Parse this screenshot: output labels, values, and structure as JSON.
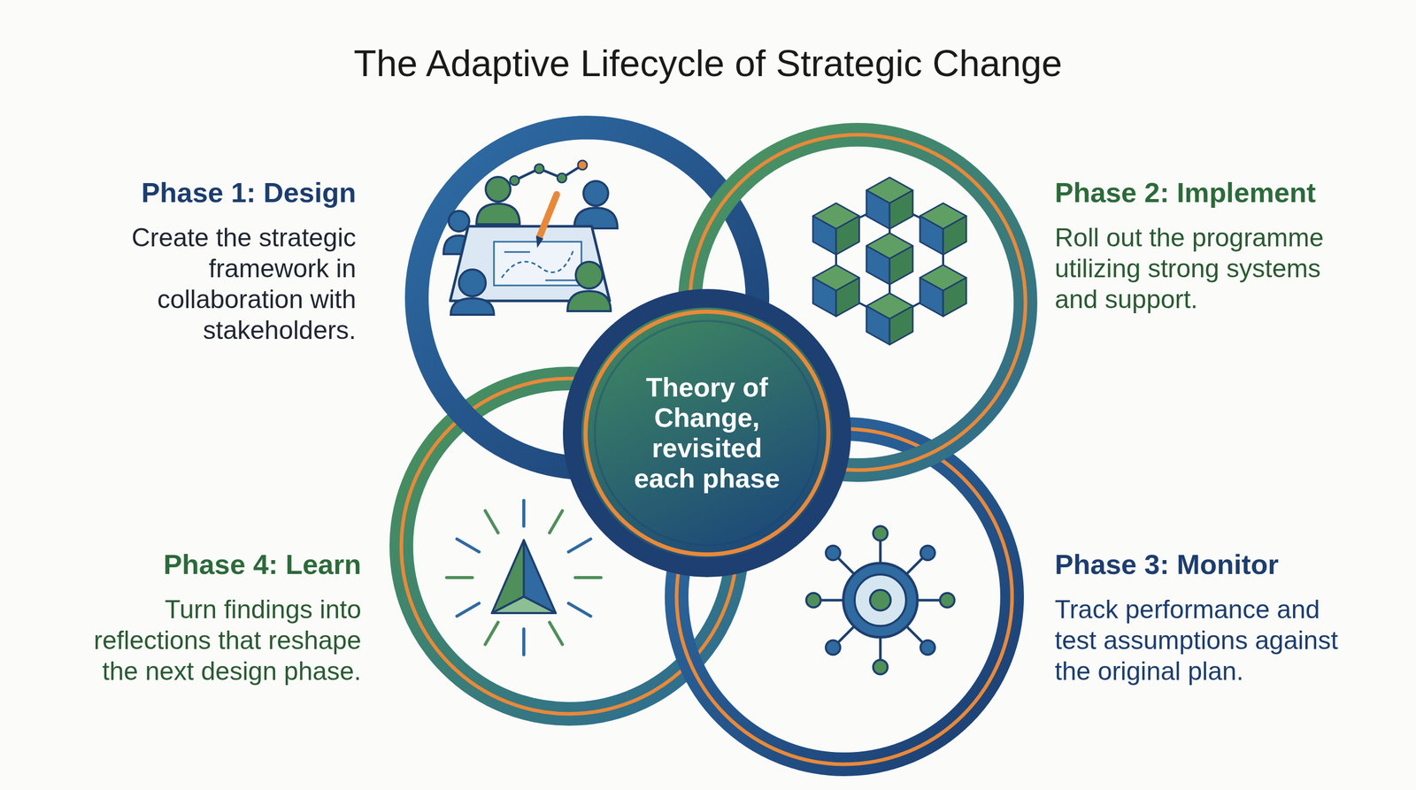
{
  "diagram": {
    "title": "The Adaptive Lifecycle of Strategic Change",
    "nodes": [
      {
        "text": [
          "Phase 1: Design",
          "Create the strategic framework in collaboration with stakeholders."
        ]
      },
      {
        "text": [
          "Phase 2: Implement",
          "Roll out the programme utilizing strong systems and support."
        ]
      },
      {
        "text": [
          "Theory of Change, revisited each phase"
        ]
      },
      {
        "text": [
          "Phase 4: Learn",
          "Turn findings into reflections that reshape the next design phase."
        ]
      },
      {
        "text": [
          "Phase 3: Monitor",
          "Track performance and test assumptions against the original plan."
        ]
      }
    ]
  }
}
